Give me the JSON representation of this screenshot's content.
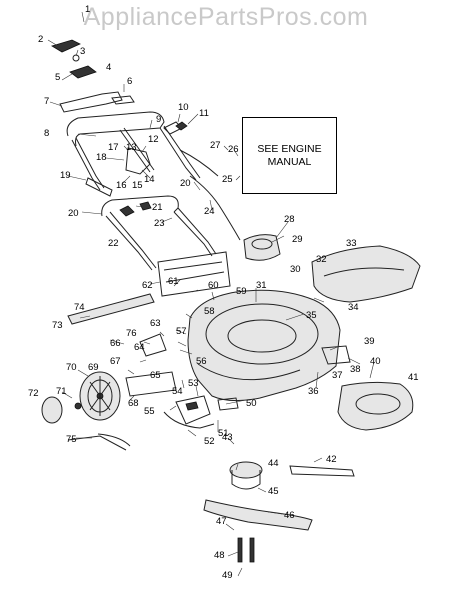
{
  "watermark": "AppliancePartsPros.com",
  "engine_note": {
    "line1": "SEE ENGINE",
    "line2": "MANUAL"
  },
  "callouts": [
    "1",
    "2",
    "3",
    "4",
    "5",
    "6",
    "7",
    "8",
    "9",
    "10",
    "11",
    "12",
    "13",
    "14",
    "15",
    "16",
    "17",
    "18",
    "19",
    "20",
    "20",
    "21",
    "22",
    "23",
    "24",
    "25",
    "26",
    "27",
    "28",
    "29",
    "30",
    "31",
    "32",
    "33",
    "34",
    "35",
    "36",
    "37",
    "38",
    "39",
    "40",
    "41",
    "42",
    "43",
    "44",
    "45",
    "46",
    "47",
    "48",
    "49",
    "50",
    "51",
    "52",
    "53",
    "54",
    "55",
    "56",
    "57",
    "58",
    "59",
    "60",
    "61",
    "62",
    "63",
    "64",
    "65",
    "66",
    "67",
    "68",
    "69",
    "70",
    "71",
    "72",
    "73",
    "74",
    "75",
    "76"
  ]
}
